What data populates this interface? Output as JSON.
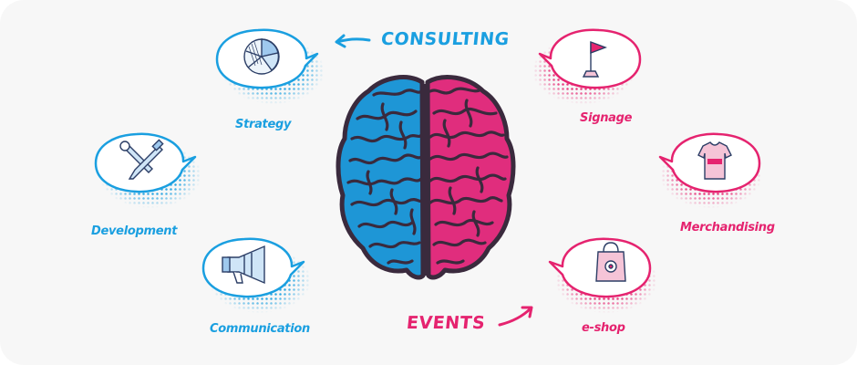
{
  "headings": {
    "consulting": "CONSULTING",
    "events": "EVENTS"
  },
  "items": {
    "strategy": "Strategy",
    "development": "Development",
    "communication": "Communication",
    "signage": "Signage",
    "merchandising": "Merchandising",
    "eshop": "e-shop"
  },
  "colors": {
    "blue": "#1a9fe0",
    "pink": "#e5236f",
    "brain_outline": "#3a2a3d",
    "background": "#f7f7f7"
  },
  "icons": {
    "strategy": "pie-chart-icon",
    "development": "wrench-screwdriver-icon",
    "communication": "megaphone-icon",
    "signage": "flag-icon",
    "merchandising": "tshirt-icon",
    "eshop": "shopping-bag-icon"
  }
}
